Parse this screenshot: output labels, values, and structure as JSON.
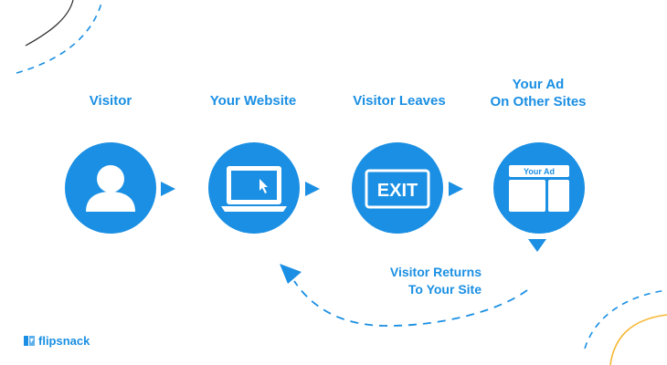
{
  "steps": [
    {
      "label": "Visitor",
      "icon": "user-icon"
    },
    {
      "label": "Your Website",
      "icon": "laptop-icon"
    },
    {
      "label": "Visitor Leaves",
      "icon": "exit-sign-icon",
      "badge": "EXIT"
    },
    {
      "label_line1": "Your Ad",
      "label_line2": "On Other Sites",
      "icon": "website-ad-icon",
      "badge": "Your Ad"
    }
  ],
  "return_label": {
    "line1": "Visitor Returns",
    "line2": "To Your Site"
  },
  "brand": {
    "name": "flipsnack"
  },
  "colors": {
    "accent": "#1a8fe3",
    "decor_orange": "#f7b733",
    "decor_dark": "#2a2a2a"
  }
}
